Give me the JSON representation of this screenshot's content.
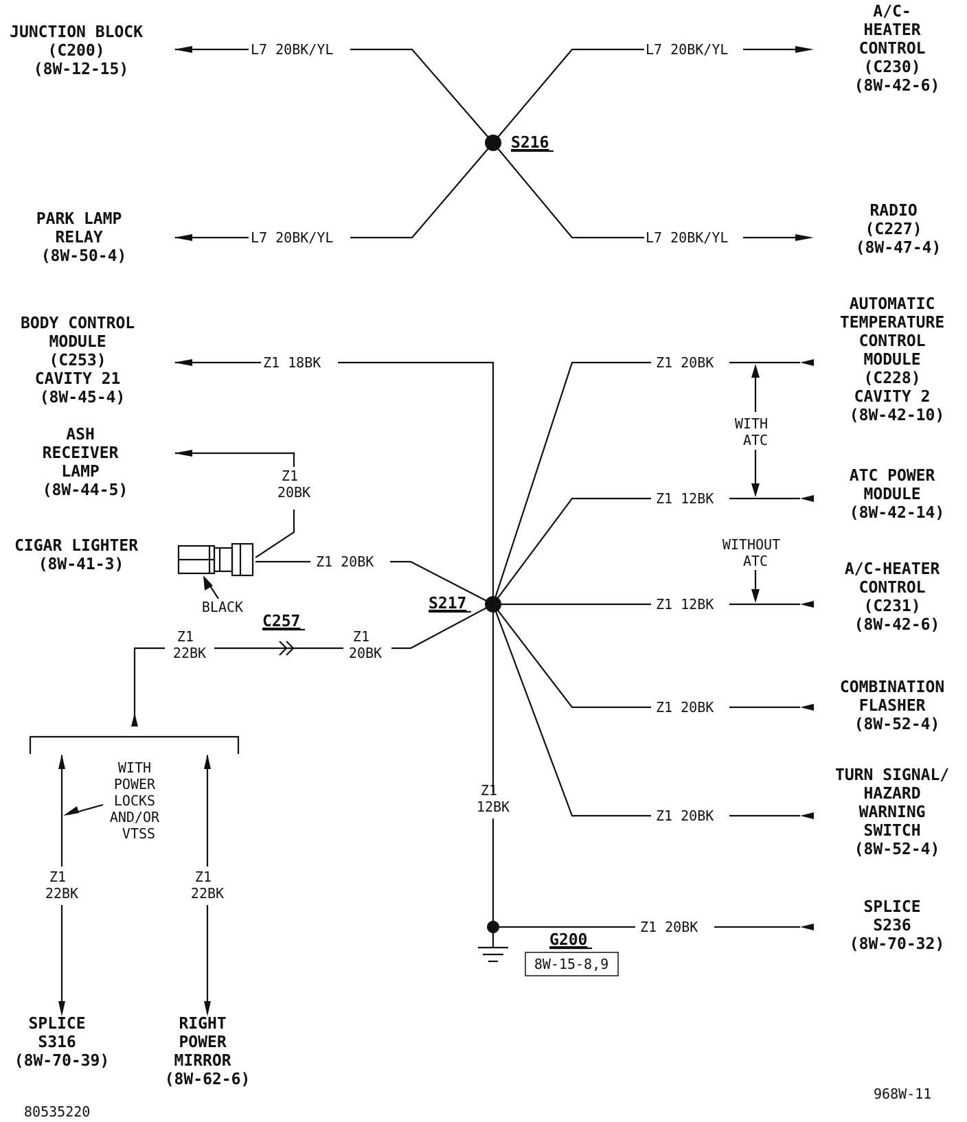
{
  "components": {
    "junction_block": [
      "JUNCTION BLOCK",
      "(C200)",
      "(8W-12-15)"
    ],
    "ac_heater_c230": [
      "A/C-",
      "HEATER",
      "CONTROL",
      "(C230)",
      "(8W-42-6)"
    ],
    "park_lamp_relay": [
      "PARK LAMP",
      "RELAY",
      "(8W-50-4)"
    ],
    "radio": [
      "RADIO",
      "(C227)",
      "(8W-47-4)"
    ],
    "body_control_module": [
      "BODY CONTROL",
      "MODULE",
      "(C253)",
      "CAVITY 21",
      "(8W-45-4)"
    ],
    "atc_module": [
      "AUTOMATIC",
      "TEMPERATURE",
      "CONTROL",
      "MODULE",
      "(C228)",
      "CAVITY 2",
      "(8W-42-10)"
    ],
    "ash_receiver_lamp": [
      "ASH",
      "RECEIVER",
      "LAMP",
      "(8W-44-5)"
    ],
    "atc_power_module": [
      "ATC POWER",
      "MODULE",
      "(8W-42-14)"
    ],
    "cigar_lighter": [
      "CIGAR LIGHTER",
      "(8W-41-3)"
    ],
    "ac_heater_c231": [
      "A/C-HEATER",
      "CONTROL",
      "(C231)",
      "(8W-42-6)"
    ],
    "combination_flasher": [
      "COMBINATION",
      "FLASHER",
      "(8W-52-4)"
    ],
    "turn_signal_switch": [
      "TURN SIGNAL/",
      "HAZARD",
      "WARNING",
      "SWITCH",
      "(8W-52-4)"
    ],
    "splice_s236": [
      "SPLICE",
      "S236",
      "(8W-70-32)"
    ],
    "splice_s316": [
      "SPLICE",
      "S316",
      "(8W-70-39)"
    ],
    "right_power_mirror": [
      "RIGHT",
      "POWER",
      "MIRROR",
      "(8W-62-6)"
    ]
  },
  "wires": {
    "l7_top_left": "L7 20BK/YL",
    "l7_top_right": "L7 20BK/YL",
    "l7_bottom_left": "L7 20BK/YL",
    "l7_bottom_right": "L7 20BK/YL",
    "z1_bcm": "Z1 18BK",
    "z1_atc_module": "Z1 20BK",
    "z1_ash": [
      "Z1",
      "20BK"
    ],
    "z1_atc_power": "Z1 12BK",
    "z1_cigar": "Z1 20BK",
    "z1_ac_heater": "Z1 12BK",
    "z1_c257_left": [
      "Z1",
      "22BK"
    ],
    "z1_c257_right": [
      "Z1",
      "20BK"
    ],
    "z1_flasher": "Z1 20BK",
    "z1_turn_signal": "Z1 20BK",
    "z1_ground": [
      "Z1",
      "12BK"
    ],
    "z1_s236": "Z1 20BK",
    "z1_s316": [
      "Z1",
      "22BK"
    ],
    "z1_mirror": [
      "Z1",
      "22BK"
    ]
  },
  "splices": {
    "s216": "S216",
    "s217": "S217"
  },
  "connector_c257": "C257",
  "ground": {
    "label": "G200",
    "ref": "8W-15-8,9"
  },
  "notes": {
    "with_atc": [
      "WITH",
      "ATC"
    ],
    "without_atc": [
      "WITHOUT",
      "ATC"
    ],
    "black": "BLACK",
    "power_locks": [
      "WITH",
      "POWER",
      "LOCKS",
      "AND/OR",
      "VTSS"
    ]
  },
  "footer": {
    "left_code": "80535220",
    "right_code": "968W-11"
  }
}
